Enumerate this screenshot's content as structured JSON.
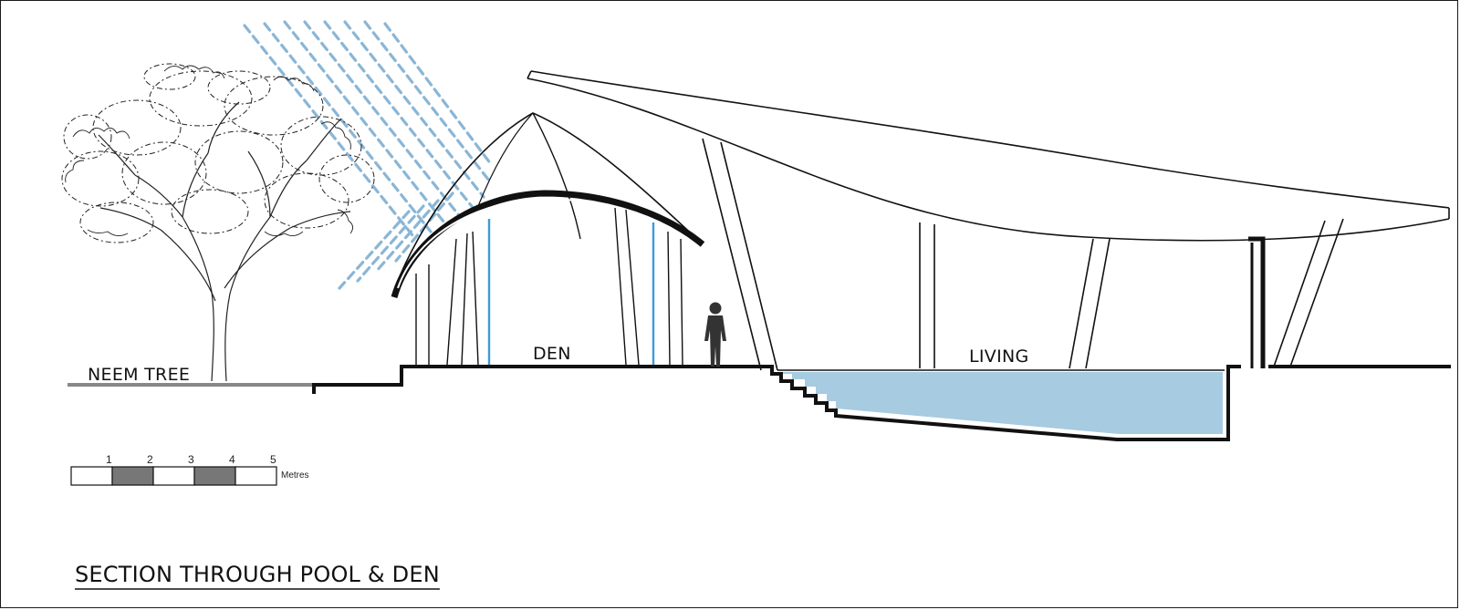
{
  "labels": {
    "tree": "NEEM TREE",
    "den": "DEN",
    "living": "LIVING"
  },
  "scale_bar": {
    "ticks": [
      "1",
      "2",
      "3",
      "4",
      "5"
    ],
    "unit": "Metres"
  },
  "title": "SECTION THROUGH POOL & DEN",
  "colors": {
    "line": "#111111",
    "water": "#a7cbe0",
    "rain": "#8ab6d6",
    "glass": "#3d9bd6",
    "ground": "#888888",
    "scale_dark": "#777777"
  }
}
